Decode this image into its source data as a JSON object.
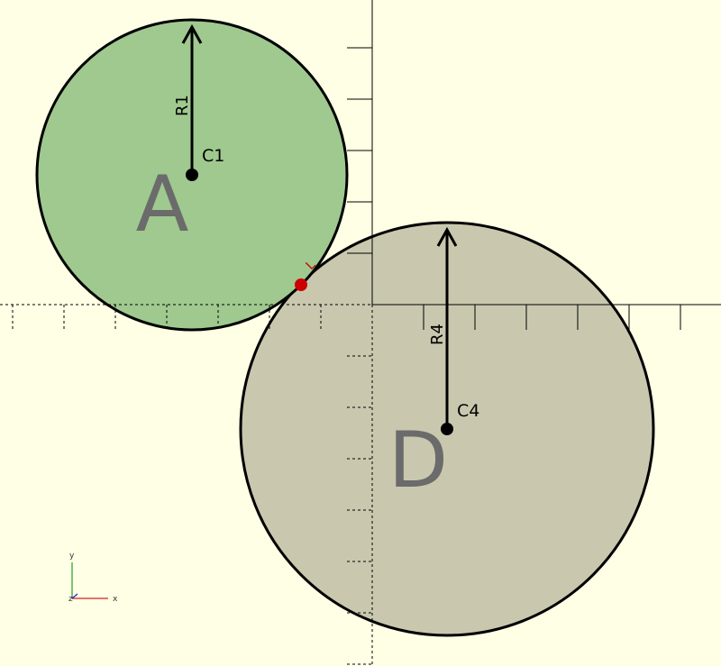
{
  "viewport": {
    "background": "#ffffe5",
    "axis_color": "#000000"
  },
  "circles": [
    {
      "name": "A",
      "label": "A",
      "center_label": "C1",
      "radius_label": "R1",
      "fill": "#9fc98f"
    },
    {
      "name": "D",
      "label": "D",
      "center_label": "C4",
      "radius_label": "R4",
      "fill": "#c9c8af"
    }
  ],
  "tangent_point": {
    "color": "#cc0000",
    "mark": "L"
  },
  "axes_gizmo": {
    "x_label": "x",
    "y_label": "y",
    "z_label": "z",
    "x_color": "#d02020",
    "y_color": "#20a020",
    "z_color": "#2020d0"
  }
}
